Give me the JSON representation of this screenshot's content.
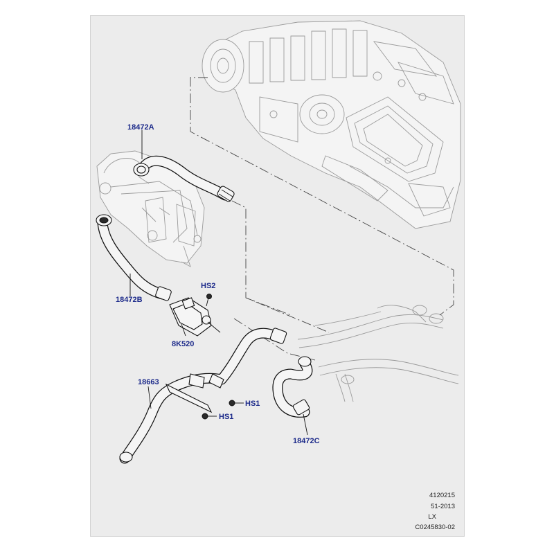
{
  "callouts": {
    "hose_top": "18472A",
    "hose_left": "18472B",
    "hose_right": "18472C",
    "valve": "8K520",
    "pipe": "18663",
    "screw_top": "HS2",
    "screw_mid": "HS1",
    "screw_low": "HS1"
  },
  "footer": {
    "code": "4120215",
    "date": "51-2013",
    "model": "LX",
    "ref": "C0245830-02"
  },
  "colors": {
    "callout_text": "#1c2a8a",
    "sheet_background": "#ececec",
    "line": "#111111",
    "ghost_line": "#9a9a9a"
  }
}
